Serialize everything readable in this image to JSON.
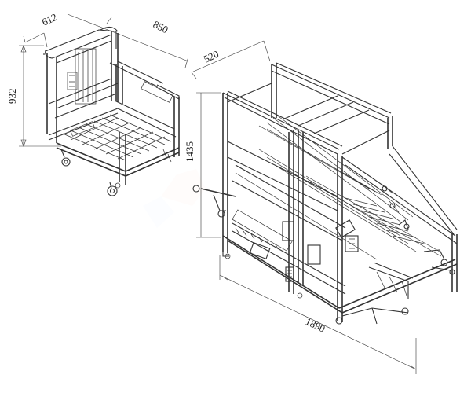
{
  "dimensions": {
    "cart_small": {
      "width": "612",
      "depth": "850",
      "height": "932"
    },
    "cart_large": {
      "depth": "520",
      "height": "1435",
      "length": "1890"
    }
  }
}
